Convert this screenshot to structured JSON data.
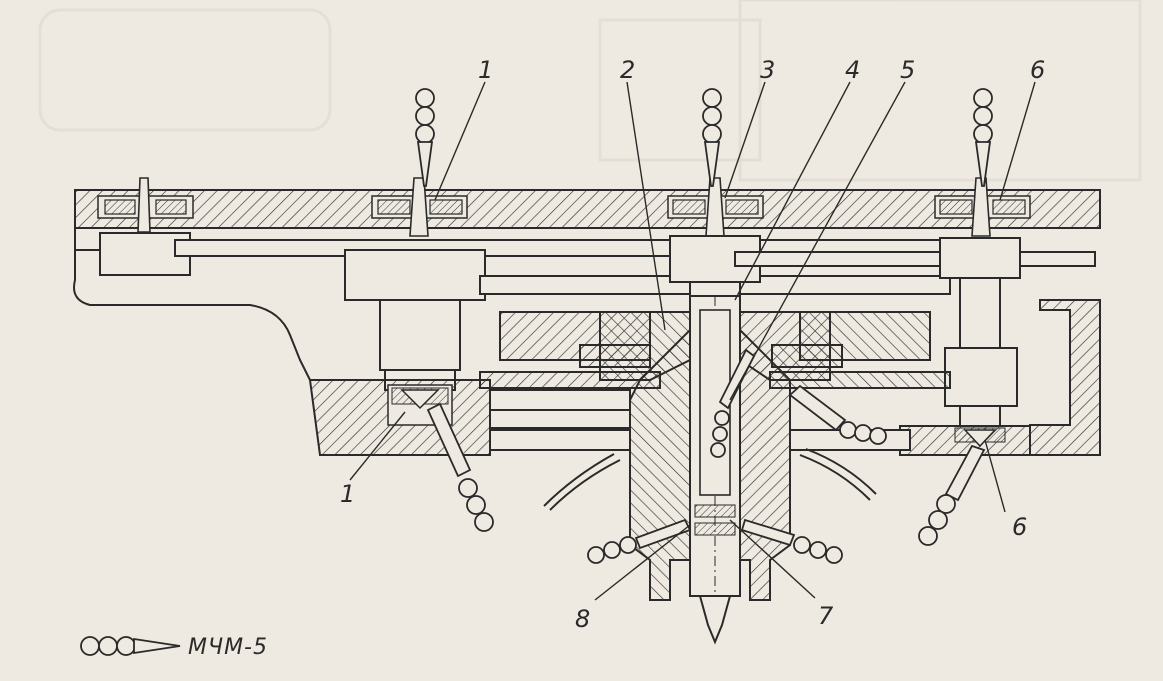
{
  "labels": {
    "l1_top": "1",
    "l2": "2",
    "l3": "3",
    "l4": "4",
    "l5": "5",
    "l6_top": "6",
    "l1_bottom": "1",
    "l6_bottom": "6",
    "l7": "7",
    "l8": "8"
  },
  "legend": {
    "text": "МЧМ-5"
  },
  "colors": {
    "ink": "#2a2a2a",
    "paper": "#efeae1"
  }
}
